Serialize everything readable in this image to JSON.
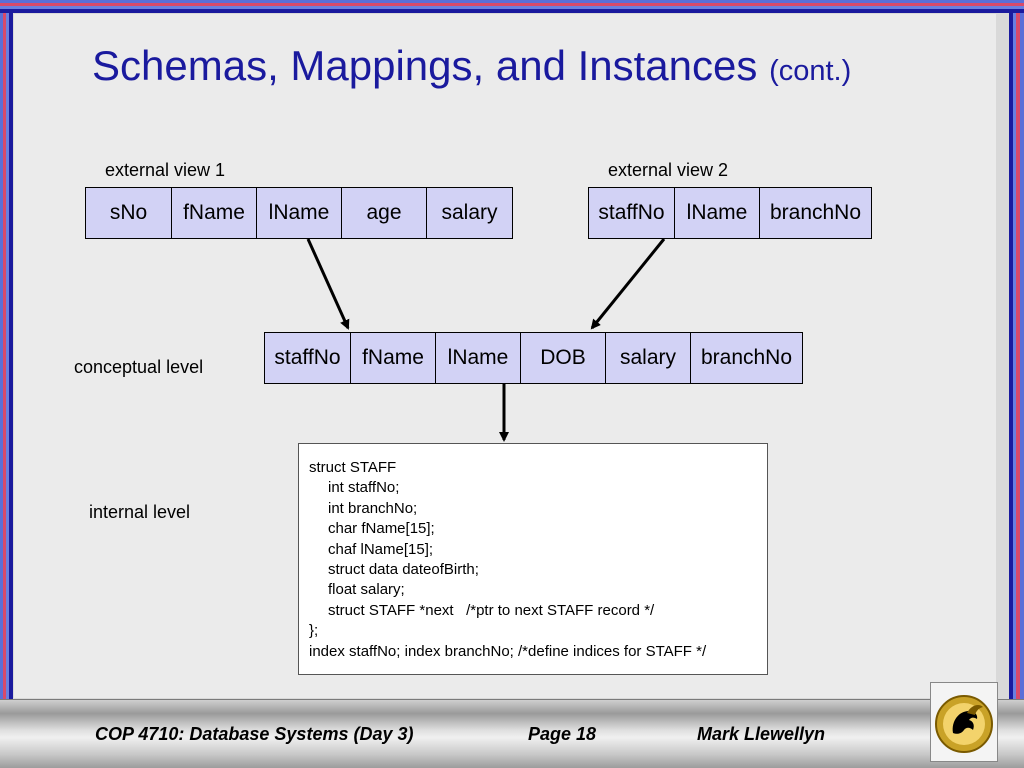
{
  "title": {
    "main": "Schemas, Mappings, and Instances",
    "suffix": "(cont.)"
  },
  "labels": {
    "external_view_1": "external view 1",
    "external_view_2": "external view 2",
    "conceptual_level": "conceptual level",
    "internal_level": "internal level"
  },
  "external_view_1_fields": [
    "sNo",
    "fName",
    "lName",
    "age",
    "salary"
  ],
  "external_view_2_fields": [
    "staffNo",
    "lName",
    "branchNo"
  ],
  "conceptual_fields": [
    "staffNo",
    "fName",
    "lName",
    "DOB",
    "salary",
    "branchNo"
  ],
  "internal_code": [
    "struct STAFF",
    "int staffNo;",
    "int branchNo;",
    "char fName[15];",
    "chaf lName[15];",
    "struct data dateofBirth;",
    "float salary;",
    "struct STAFF *next   /*ptr to next STAFF record */",
    "};",
    "index staffNo; index branchNo; /*define indices for STAFF */"
  ],
  "footer": {
    "course": "COP 4710: Database Systems  (Day 3)",
    "page": "Page 18",
    "author": "Mark Llewellyn"
  },
  "logo": {
    "icon": "pegasus-logo-icon",
    "colors": [
      "#c9a227",
      "#f3d36b",
      "#000000"
    ]
  }
}
